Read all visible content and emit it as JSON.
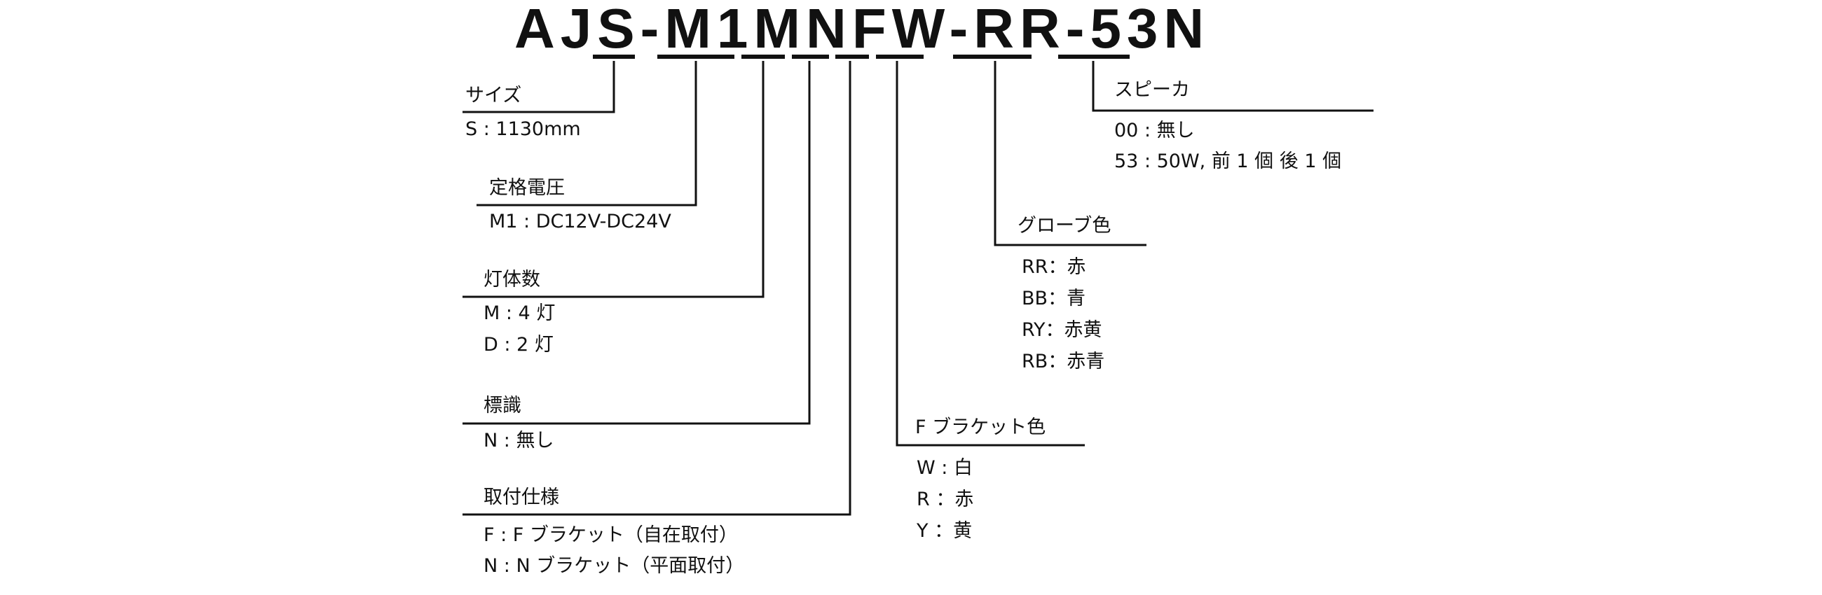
{
  "model_code": [
    "AJS",
    "-",
    "M1",
    "M",
    "N",
    "F",
    "W",
    "-",
    "RR",
    "-",
    "53",
    "N"
  ],
  "groups": {
    "size": {
      "heading": "サイズ",
      "options": [
        "S : 1130mm"
      ]
    },
    "voltage": {
      "heading": "定格電圧",
      "options": [
        "M1 : DC12V-DC24V"
      ]
    },
    "lamps": {
      "heading": "灯体数",
      "options": [
        "M : 4 灯",
        "D : 2 灯"
      ]
    },
    "sign": {
      "heading": "標識",
      "options": [
        "N : 無し"
      ]
    },
    "mount": {
      "heading": "取付仕様",
      "options": [
        "F : F ブラケット（自在取付）",
        "N : N ブラケット（平面取付）"
      ]
    },
    "bracket_color": {
      "heading": "F ブラケット色",
      "options": [
        "W : 白",
        "R ：赤",
        "Y ：黄"
      ]
    },
    "globe_color": {
      "heading": "グローブ色",
      "options": [
        "RR：赤",
        "BB：青",
        "RY：赤黄",
        "RB：赤青"
      ]
    },
    "speaker": {
      "heading": "スピーカ",
      "options": [
        "00 : 無し",
        "53 : 50W, 前 1 個 後 1 個"
      ]
    }
  }
}
